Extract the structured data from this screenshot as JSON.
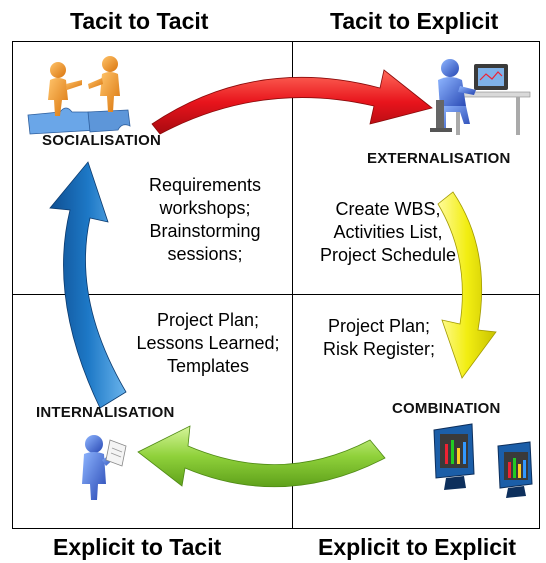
{
  "headers": {
    "top_left": "Tacit to Tacit",
    "top_right": "Tacit to Explicit",
    "bottom_left": "Explicit to Tacit",
    "bottom_right": "Explicit to Explicit"
  },
  "quadrants": {
    "socialisation": {
      "label": "SOCIALISATION",
      "notes": [
        "Requirements",
        "workshops;",
        "Brainstorming",
        "sessions;"
      ]
    },
    "externalisation": {
      "label": "EXTERNALISATION",
      "notes": [
        "Create WBS,",
        "Activities List,",
        "Project Schedule"
      ]
    },
    "combination": {
      "label": "COMBINATION",
      "notes": [
        "Project Plan;",
        "Risk Register;"
      ]
    },
    "internalisation": {
      "label": "INTERNALISATION",
      "notes": [
        "Project Plan;",
        "Lessons Learned;",
        "Templates"
      ]
    }
  },
  "icons": {
    "socialisation": "people-on-puzzle-icon",
    "externalisation": "person-at-computer-icon",
    "combination": "computer-monitors-icon",
    "internalisation": "person-reading-icon"
  },
  "colors": {
    "arrow_top": "#e8141c",
    "arrow_right": "#f2ee12",
    "arrow_bottom": "#8fd13a",
    "arrow_left": "#1d78c6"
  }
}
